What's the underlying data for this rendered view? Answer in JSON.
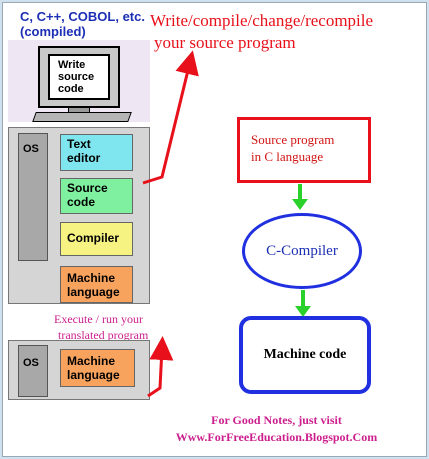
{
  "languages": {
    "line1": "C, C++, COBOL, etc.",
    "line2": "(compiled)"
  },
  "monitor_text": [
    "Write",
    "source",
    "code"
  ],
  "headline": {
    "line1": "Write/compile/change/recompile",
    "line2": "your source program"
  },
  "stack_top": {
    "os_label": "OS",
    "boxes": [
      {
        "lines": [
          "Text",
          "editor"
        ],
        "color": "#7fe6f0"
      },
      {
        "lines": [
          "Source",
          "code"
        ],
        "color": "#7ff09f"
      },
      {
        "lines": [
          "Compiler"
        ],
        "color": "#f7f383"
      },
      {
        "lines": [
          "Machine",
          "language"
        ],
        "color": "#f7a35e"
      }
    ]
  },
  "execute_caption": {
    "line1": "Execute / run your",
    "line2": "translated  program"
  },
  "stack_bottom": {
    "os_label": "OS",
    "box": {
      "lines": [
        "Machine",
        "language"
      ],
      "color": "#f7a35e"
    }
  },
  "flow": {
    "source": [
      "Source program",
      "in C language"
    ],
    "compiler": "C-Compiler",
    "output": "Machine code"
  },
  "footer": {
    "line1": "For Good Notes, just visit",
    "line2": "Www.ForFreeEducation.Blogspot.Com"
  },
  "colors": {
    "title_blue": "#1c2fb5",
    "red": "#e8101a",
    "magenta": "#cc1f8d",
    "green_arrow": "#2bd12b",
    "flow_blue": "#2030e0",
    "panel_gray": "#d5d5d5",
    "os_gray": "#a8a8a8"
  }
}
